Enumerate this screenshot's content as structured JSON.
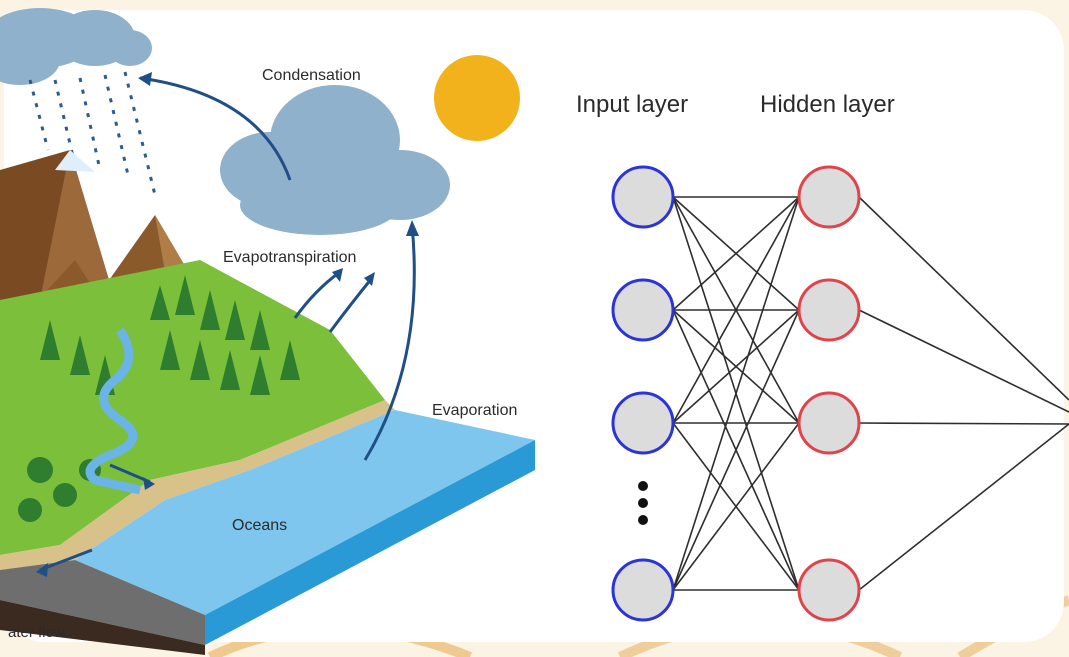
{
  "water_cycle": {
    "labels": {
      "condensation": "Condensation",
      "evapotranspiration": "Evapotranspiration",
      "evaporation": "Evaporation",
      "oceans": "Oceans",
      "water_flow": "ater flow"
    },
    "colors": {
      "cloud": "#8fb1cc",
      "sun": "#f2b21b",
      "ocean": "#7ec6ee",
      "grass": "#7cbf3a",
      "mountain": "#8a5a2b",
      "arrow": "#1f4f86"
    }
  },
  "neural_net": {
    "headers": {
      "input": "Input layer",
      "hidden": "Hidden layer"
    },
    "input_node_count": 4,
    "hidden_node_count": 4,
    "ellipsis": "⋮",
    "colors": {
      "input_stroke": "#2b34d6",
      "hidden_stroke": "#e0444a",
      "node_fill": "#dcdcdc",
      "edge": "#2e2e2e"
    }
  }
}
